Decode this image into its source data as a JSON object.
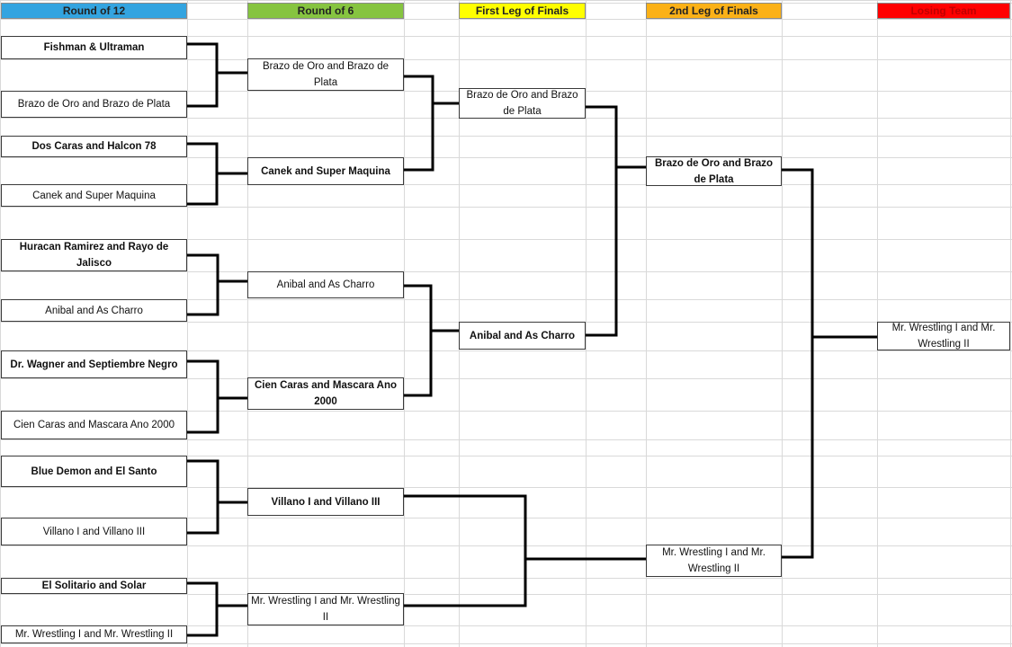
{
  "headers": {
    "round12": "Round of 12",
    "round6": "Round of 6",
    "first_leg": "First Leg of Finals",
    "second_leg": "2nd Leg of Finals",
    "losing": "Losing Team"
  },
  "colors": {
    "round12": "#33a4e0",
    "round6": "#86c440",
    "first_leg": "#ffff00",
    "second_leg": "#fbb117",
    "losing": "#ff0000",
    "gridline": "#d9d9d9",
    "connector": "#000000"
  },
  "round12": [
    {
      "team": "Fishman & Ultraman",
      "winner": true
    },
    {
      "team": "Brazo de Oro and Brazo de Plata",
      "winner": false
    },
    {
      "team": "Dos Caras and Halcon 78",
      "winner": true
    },
    {
      "team": "Canek and Super Maquina",
      "winner": false
    },
    {
      "team": "Huracan Ramirez and Rayo de Jalisco",
      "winner": true
    },
    {
      "team": "Anibal and As Charro",
      "winner": false
    },
    {
      "team": "Dr. Wagner and Septiembre Negro",
      "winner": true
    },
    {
      "team": "Cien Caras and Mascara Ano 2000",
      "winner": false
    },
    {
      "team": "Blue Demon and El Santo",
      "winner": true
    },
    {
      "team": "Villano I and Villano III",
      "winner": false
    },
    {
      "team": "El Solitario and Solar",
      "winner": true
    },
    {
      "team": "Mr. Wrestling I and Mr. Wrestling II",
      "winner": false
    }
  ],
  "round6": [
    {
      "team": "Brazo de Oro and Brazo de Plata",
      "winner": false
    },
    {
      "team": "Canek and Super Maquina",
      "winner": true
    },
    {
      "team": "Anibal and As Charro",
      "winner": false
    },
    {
      "team": "Cien Caras and Mascara Ano 2000",
      "winner": true
    },
    {
      "team": "Villano I and Villano III",
      "winner": true
    },
    {
      "team": "Mr. Wrestling I and Mr. Wrestling II",
      "winner": false
    }
  ],
  "first_leg": [
    {
      "team": "Brazo de Oro and Brazo de Plata",
      "winner": false
    },
    {
      "team": "Anibal and As Charro",
      "winner": true
    }
  ],
  "second_leg": [
    {
      "team": "Brazo de Oro and Brazo de Plata",
      "winner": true
    },
    {
      "team": "Mr. Wrestling I and Mr. Wrestling II",
      "winner": false
    }
  ],
  "losing_team": "Mr. Wrestling I and Mr. Wrestling II"
}
